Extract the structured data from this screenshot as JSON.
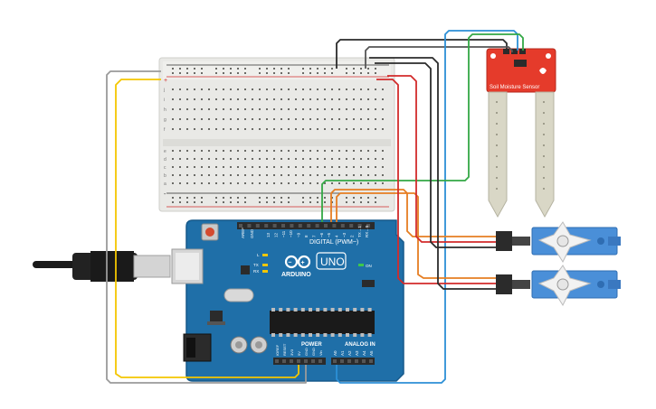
{
  "arduino": {
    "brand": "ARDUINO",
    "model": "UNO",
    "digital_header_label": "DIGITAL (PWM~)",
    "power_label": "POWER",
    "analog_label": "ANALOG IN",
    "aref_label": "AREF",
    "gnd_label": "GND",
    "digital_pins": [
      "13",
      "12",
      "~11",
      "~10",
      "~9",
      "8",
      "7",
      "~6",
      "~5",
      "4",
      "~3",
      "2",
      "TX→1",
      "RX←0"
    ],
    "power_pins": [
      "IOREF",
      "RESET",
      "3V3",
      "5V",
      "GND",
      "GND",
      "Vin"
    ],
    "analog_pins": [
      "A0",
      "A1",
      "A2",
      "A3",
      "A4",
      "A5"
    ],
    "led_labels": [
      "L",
      "TX",
      "RX",
      "ON"
    ]
  },
  "sensor": {
    "label": "Soil Moisture Sensor"
  },
  "breadboard": {
    "rails": [
      "+",
      "-"
    ],
    "row_letters_top": [
      "j",
      "i",
      "h",
      "g",
      "f"
    ],
    "row_letters_bottom": [
      "e",
      "d",
      "c",
      "b",
      "a"
    ]
  },
  "servos": [
    {
      "id": "servo-1"
    },
    {
      "id": "servo-2"
    }
  ],
  "wire_colors": {
    "red": "#d22b2b",
    "black": "#2b2b2b",
    "yellow": "#f4c600",
    "gray": "#9a9a9a",
    "blue": "#2c8fd6",
    "green": "#33a845",
    "orange": "#e67e22",
    "board": "#1f6fa8",
    "sensor": "#e53b2b",
    "servo": "#4a8fd8"
  }
}
